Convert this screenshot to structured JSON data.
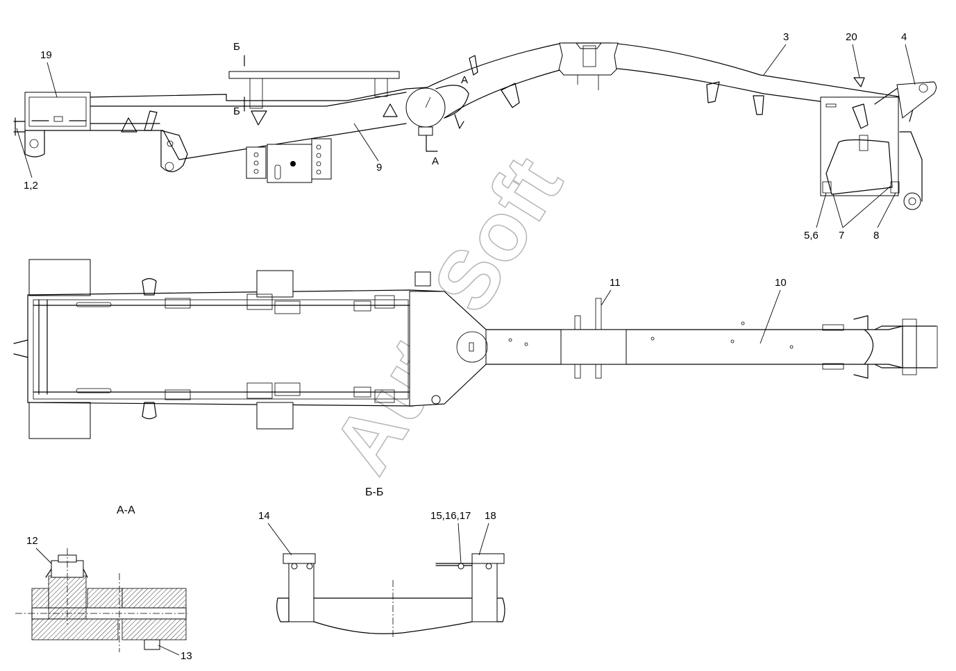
{
  "watermark": "AutoSoft",
  "section_marks": {
    "b_top": "Б",
    "b_bottom": "Б",
    "a_top": "А",
    "a_bottom": "А"
  },
  "section_titles": {
    "bb": "Б-Б",
    "aa": "А-А"
  },
  "callouts": {
    "c19": "19",
    "c3": "3",
    "c20": "20",
    "c4": "4",
    "c9": "9",
    "c12_part": "1,2",
    "c56": "5,6",
    "c7": "7",
    "c8": "8",
    "c11": "11",
    "c10": "10",
    "c12": "12",
    "c13": "13",
    "c14": "14",
    "c151617": "15,16,17",
    "c18": "18"
  }
}
